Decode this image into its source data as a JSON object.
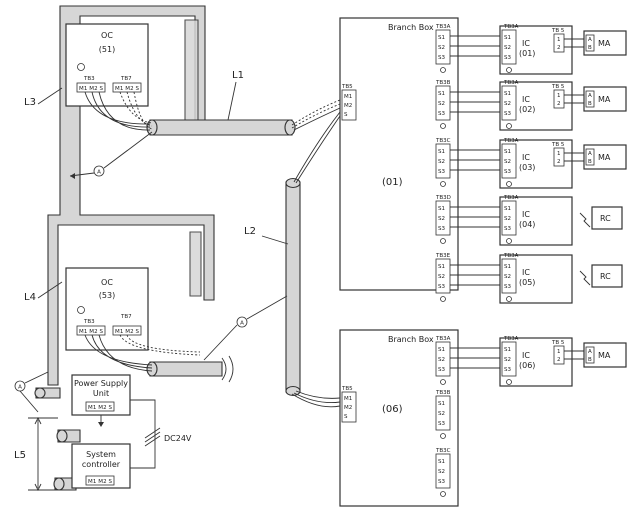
{
  "outdoor_units": [
    {
      "type": "OC",
      "address": "(51)",
      "tb3": "TB3",
      "tb3_terms": "M1 M2 S",
      "tb7": "TB7",
      "tb7_terms": "M1 M2 S"
    },
    {
      "type": "OC",
      "address": "(53)",
      "tb3": "TB3",
      "tb3_terms": "M1 M2 S",
      "tb7": "TB7",
      "tb7_terms": "M1 M2 S"
    }
  ],
  "cable_labels": {
    "l1": "L1",
    "l2": "L2",
    "l3": "L3",
    "l4": "L4",
    "l5": "L5"
  },
  "marker_a": "A",
  "power_supply_unit": {
    "label_line1": "Power Supply",
    "label_line2": "Unit",
    "terms": "M1 M2 S"
  },
  "system_controller": {
    "label_line1": "System",
    "label_line2": "controller",
    "terms": "M1 M2 S"
  },
  "dc_label": "DC24V",
  "branch_boxes": [
    {
      "title": "Branch Box",
      "tb5": "TB5",
      "tb5_terms": [
        "M1",
        "M2",
        "S"
      ],
      "address": "(01)",
      "ports": [
        {
          "label": "TB3A",
          "ic": "(01)",
          "remote": "MA"
        },
        {
          "label": "TB3B",
          "ic": "(02)",
          "remote": "MA"
        },
        {
          "label": "TB3C",
          "ic": "(03)",
          "remote": "MA"
        },
        {
          "label": "TB3D",
          "ic": "(04)",
          "remote": "RC"
        },
        {
          "label": "TB3E",
          "ic": "(05)",
          "remote": "RC"
        }
      ]
    },
    {
      "title": "Branch Box",
      "tb5": "TB5",
      "tb5_terms": [
        "M1",
        "M2",
        "S"
      ],
      "address": "(06)",
      "ports": [
        {
          "label": "TB3A",
          "ic": "(06)",
          "remote": "MA"
        },
        {
          "label": "TB3B"
        },
        {
          "label": "TB3C"
        }
      ]
    }
  ],
  "ic_label": "IC",
  "ic_tb": "TB3A",
  "tb5_remote": "TB 5",
  "terms_s": [
    "S1",
    "S2",
    "S3"
  ],
  "terms_12": [
    "1",
    "2"
  ],
  "remote_terms": [
    "A",
    "B"
  ]
}
